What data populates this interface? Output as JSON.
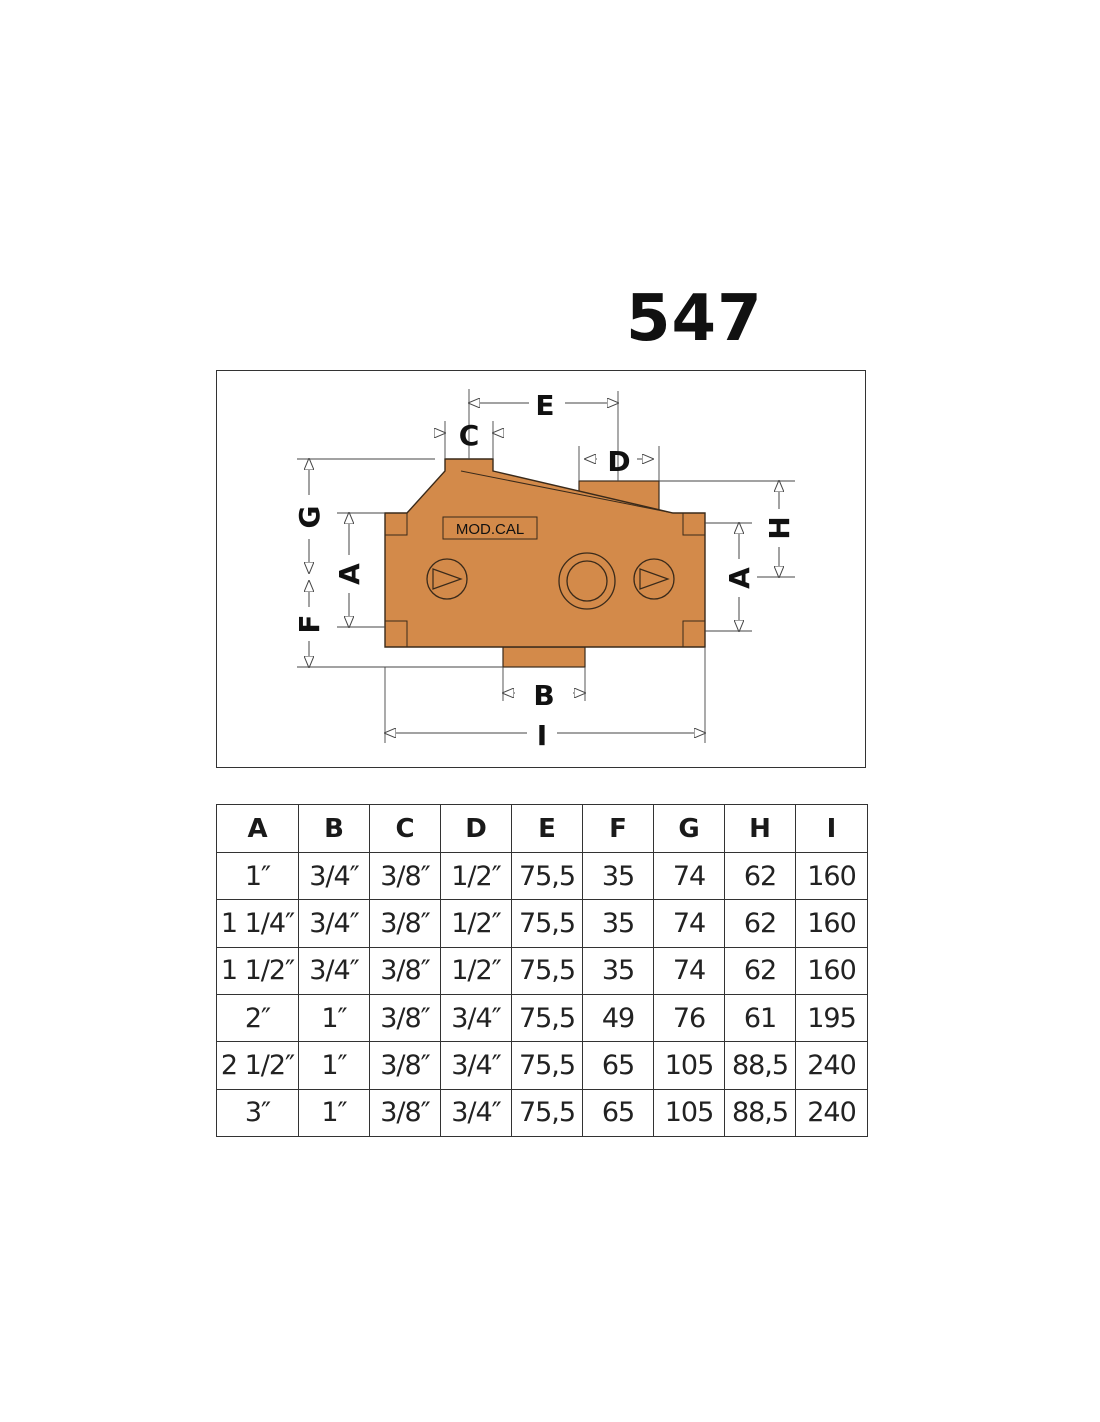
{
  "title": "547",
  "diagram": {
    "body_label": "MOD.CAL",
    "dimension_labels": {
      "A": "A",
      "B": "B",
      "C": "C",
      "D": "D",
      "E": "E",
      "F": "F",
      "G": "G",
      "H": "H",
      "I": "I"
    },
    "colors": {
      "body": "#d38a4a",
      "outline": "#3a2a1a",
      "dimension_line": "#444444"
    }
  },
  "table": {
    "headers": [
      "A",
      "B",
      "C",
      "D",
      "E",
      "F",
      "G",
      "H",
      "I"
    ],
    "rows": [
      [
        "1″",
        "3/4″",
        "3/8″",
        "1/2″",
        "75,5",
        "35",
        "74",
        "62",
        "160"
      ],
      [
        "1 1/4″",
        "3/4″",
        "3/8″",
        "1/2″",
        "75,5",
        "35",
        "74",
        "62",
        "160"
      ],
      [
        "1 1/2″",
        "3/4″",
        "3/8″",
        "1/2″",
        "75,5",
        "35",
        "74",
        "62",
        "160"
      ],
      [
        "2″",
        "1″",
        "3/8″",
        "3/4″",
        "75,5",
        "49",
        "76",
        "61",
        "195"
      ],
      [
        "2 1/2″",
        "1″",
        "3/8″",
        "3/4″",
        "75,5",
        "65",
        "105",
        "88,5",
        "240"
      ],
      [
        "3″",
        "1″",
        "3/8″",
        "3/4″",
        "75,5",
        "65",
        "105",
        "88,5",
        "240"
      ]
    ]
  }
}
